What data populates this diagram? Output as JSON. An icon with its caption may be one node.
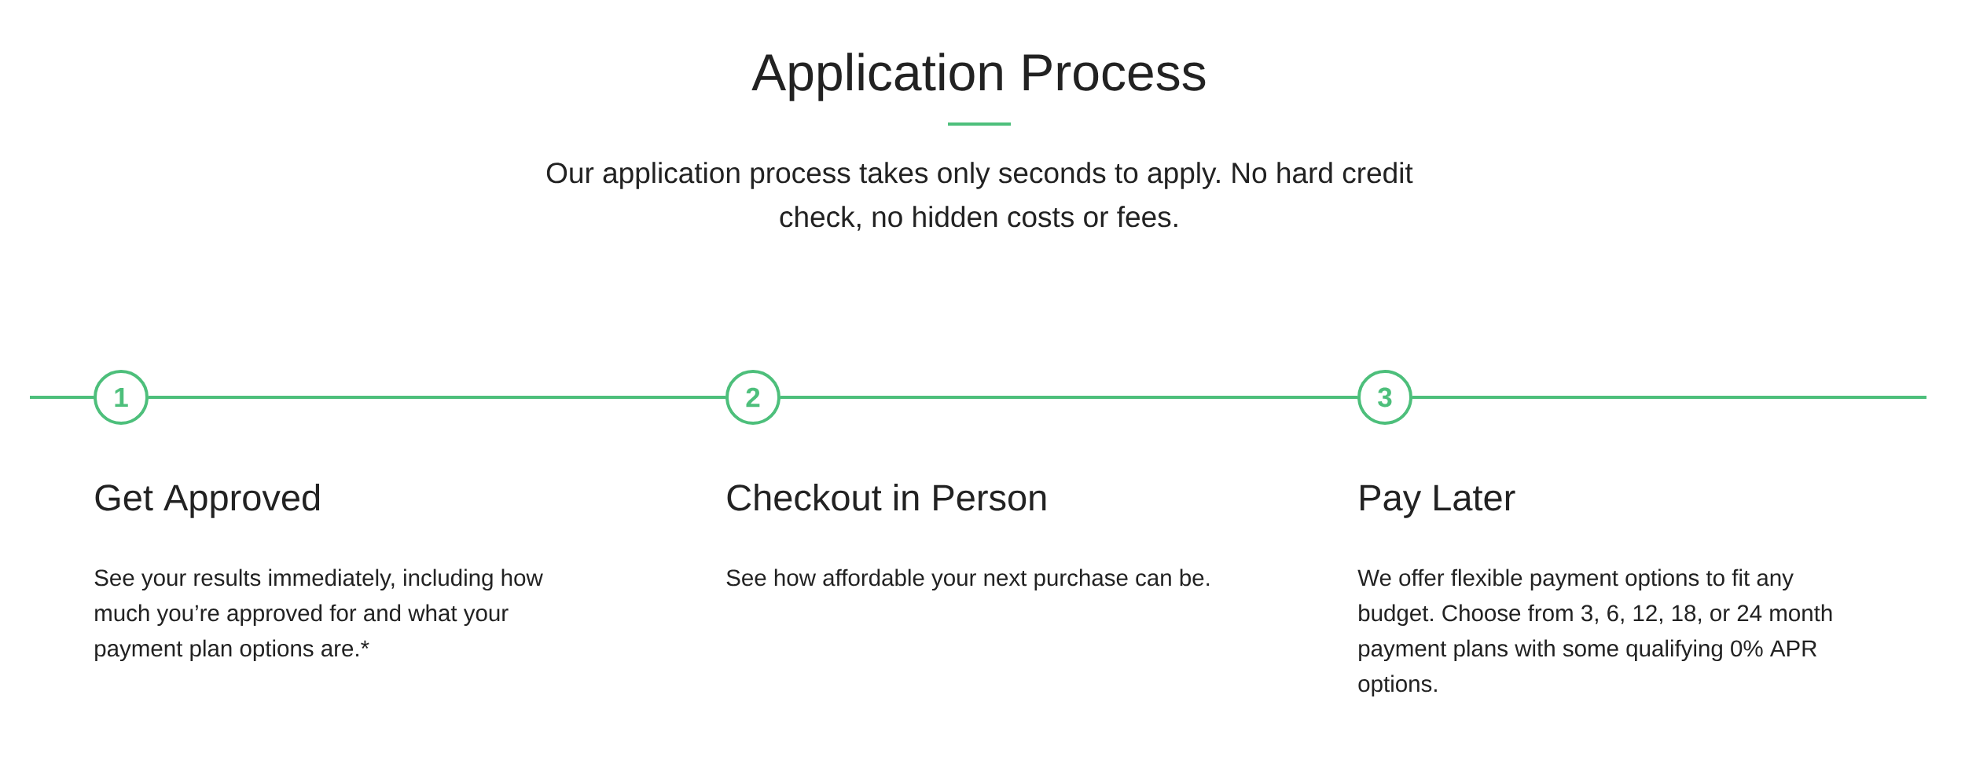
{
  "diagram": {
    "title": "Application Process",
    "nodes": [
      {
        "text": [
          "1"
        ],
        "beside": [
          "Get Approved",
          "See your results immediately, including how much you’re approved for and what your payment plan options are.*"
        ]
      },
      {
        "text": [
          "2"
        ],
        "beside": [
          "Checkout in Person",
          "See how affordable your next purchase can be."
        ]
      },
      {
        "text": [
          "3"
        ],
        "beside": [
          "Pay Later",
          "We offer flexible payment options to fit any budget. Choose from 3, 6, 12, 18, or 24 month payment plans with some qualifying 0% APR options."
        ]
      }
    ],
    "edges": [
      {
        "from": null,
        "to": 0,
        "arrow": "none"
      },
      {
        "from": 0,
        "to": 1,
        "arrow": "none"
      },
      {
        "from": 1,
        "to": 2,
        "arrow": "none"
      },
      {
        "from": 2,
        "to": null,
        "arrow": "none"
      }
    ],
    "labels": [
      "Our application process takes only seconds to apply. No hard credit check, no hidden costs or fees."
    ]
  }
}
